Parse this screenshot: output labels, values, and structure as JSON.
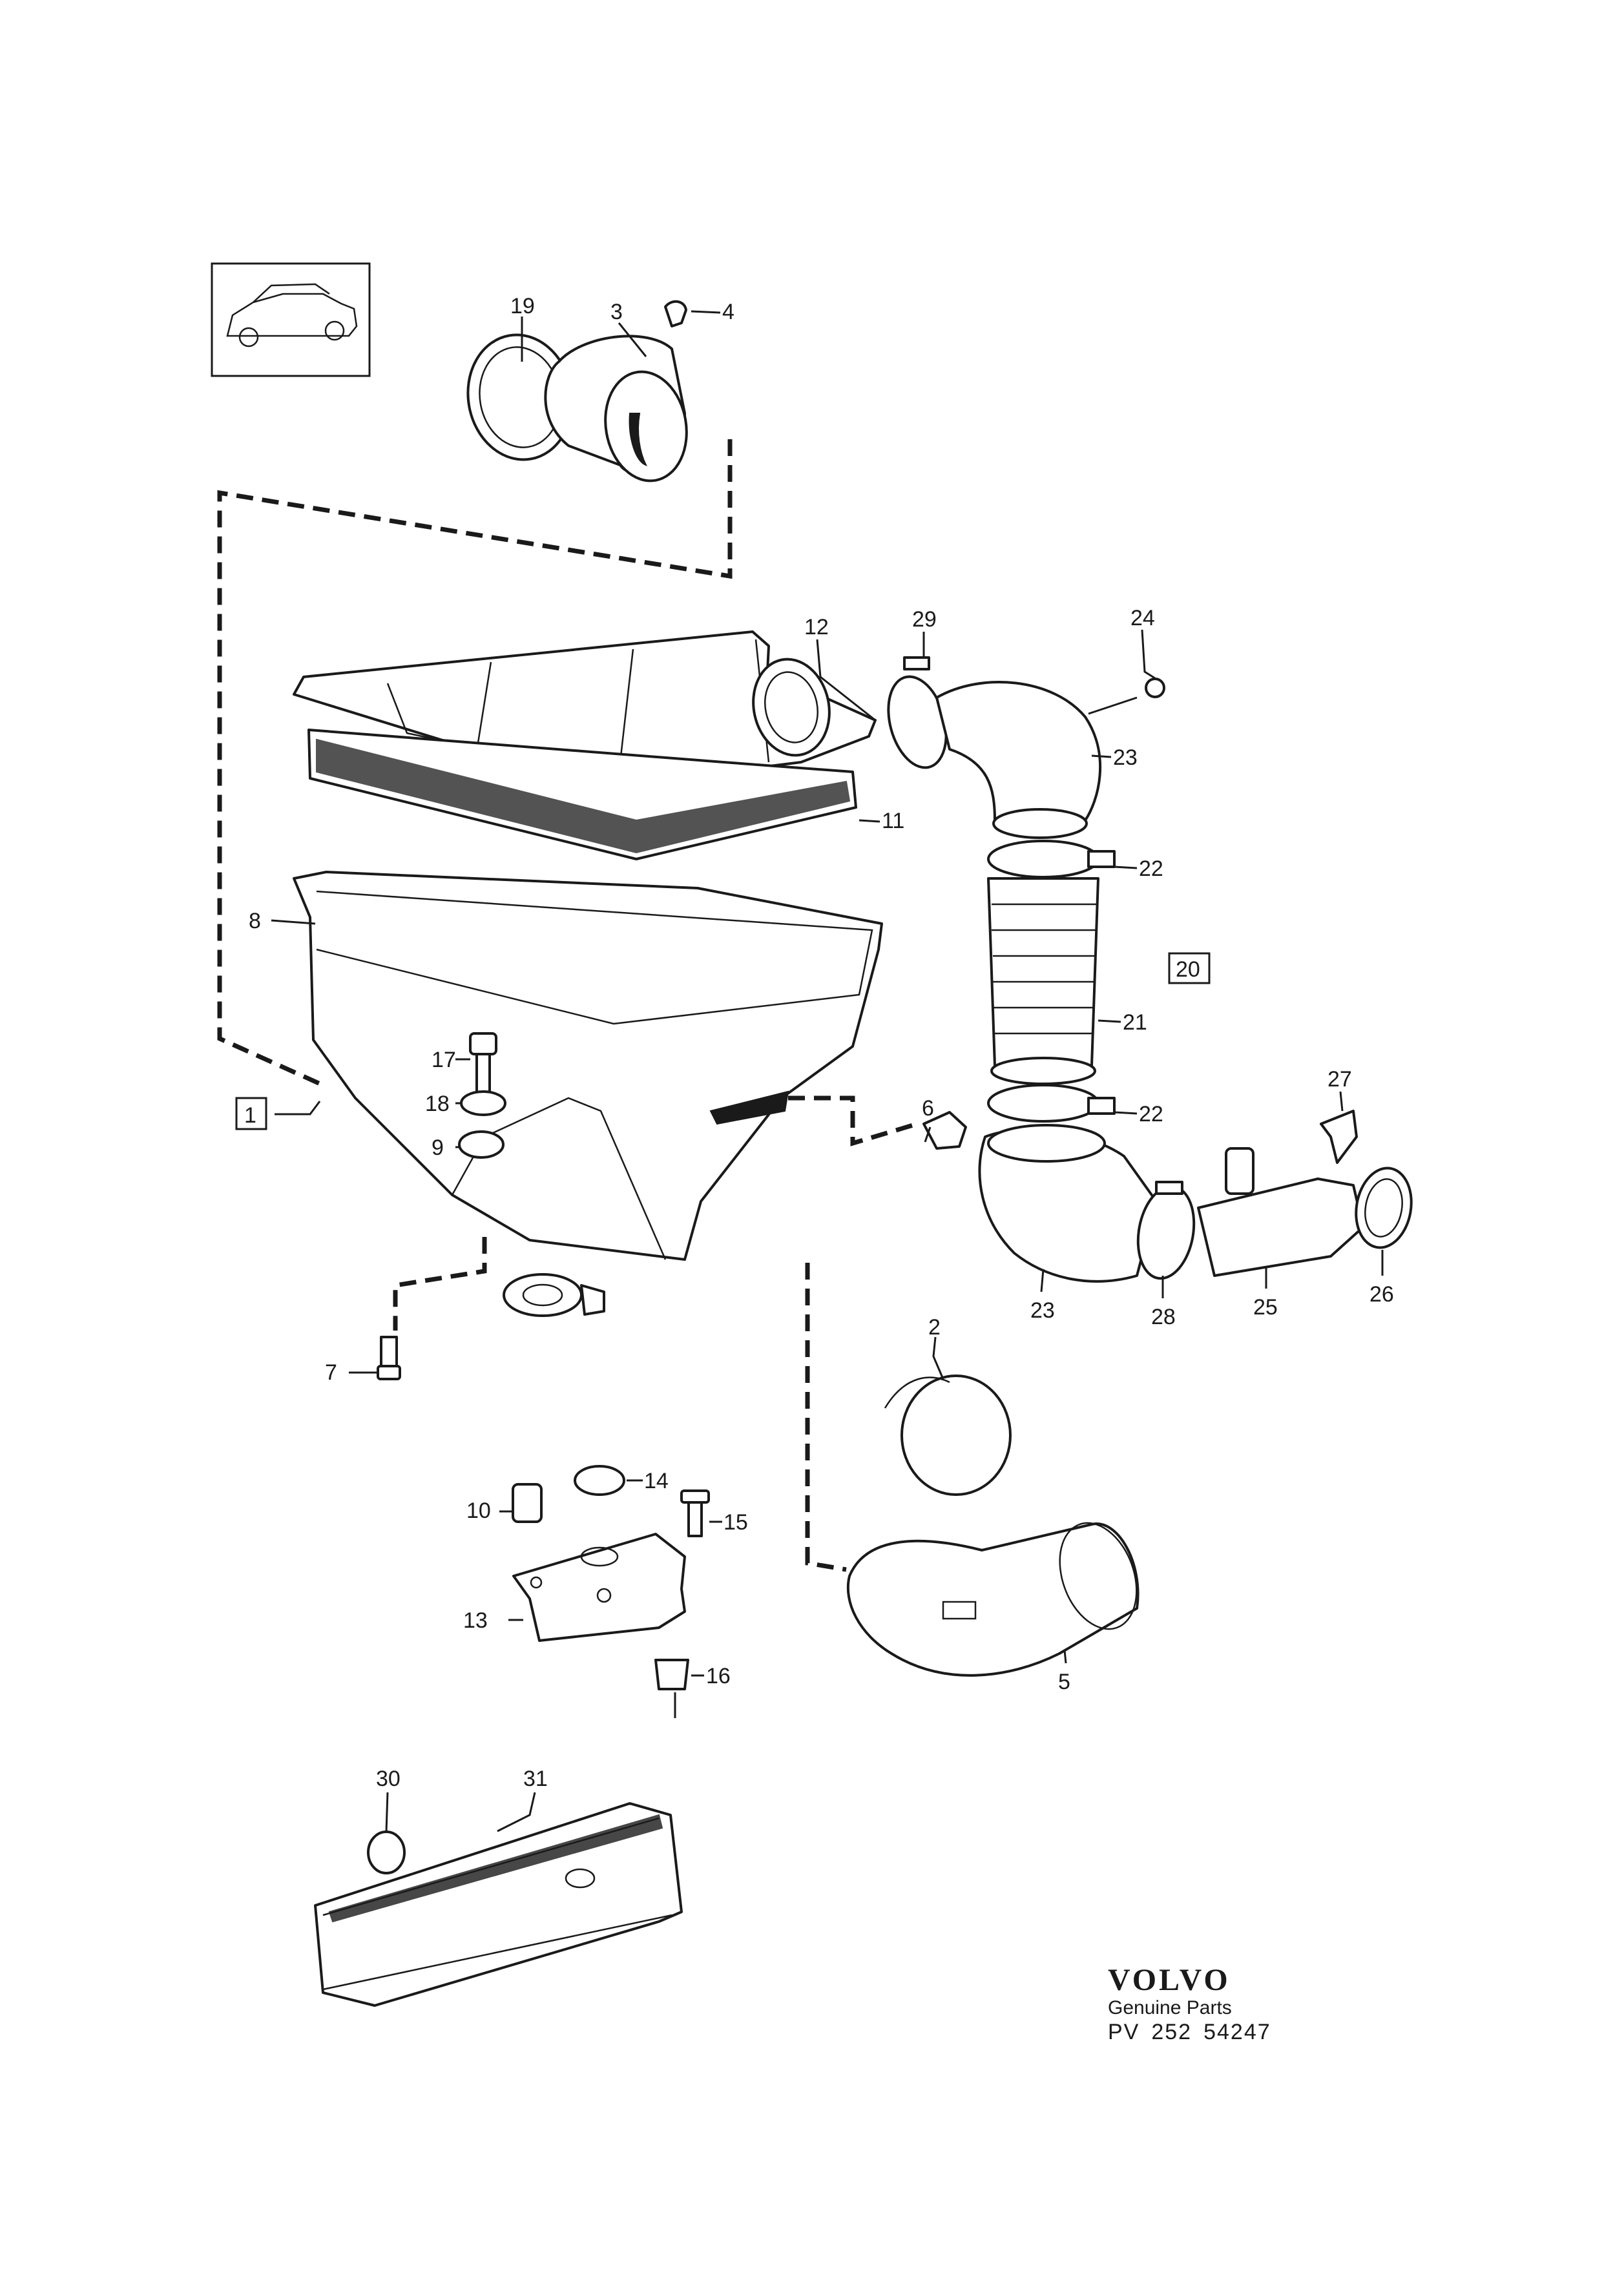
{
  "callouts": {
    "c1": "1",
    "c2": "2",
    "c3": "3",
    "c4": "4",
    "c5": "5",
    "c6": "6",
    "c7": "7",
    "c8": "8",
    "c9": "9",
    "c10": "10",
    "c11": "11",
    "c12": "12",
    "c13": "13",
    "c14": "14",
    "c15": "15",
    "c16": "16",
    "c17": "17",
    "c18": "18",
    "c19": "19",
    "c20": "20",
    "c21": "21",
    "c22a": "22",
    "c22b": "22",
    "c23a": "23",
    "c23b": "23",
    "c24": "24",
    "c25": "25",
    "c26": "26",
    "c27": "27",
    "c28": "28",
    "c29": "29",
    "c30": "30",
    "c31": "31"
  },
  "brand": {
    "logo": "VOLVO",
    "subtitle": "Genuine Parts",
    "pv_prefix": "PV",
    "pv_number": "252",
    "pv_code": "54247"
  }
}
